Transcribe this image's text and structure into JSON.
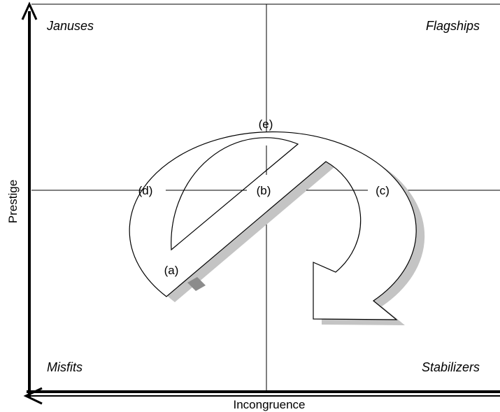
{
  "axes": {
    "x_label": "Incongruence",
    "y_label": "Prestige"
  },
  "quadrants": {
    "top_left": "Januses",
    "top_right": "Flagships",
    "bottom_left": "Misfits",
    "bottom_right": "Stabilizers"
  },
  "path_points": {
    "a": "(a)",
    "b": "(b)",
    "c": "(c)",
    "d": "(d)",
    "e": "(e)"
  },
  "colors": {
    "line": "#000000",
    "shadow": "#c4c4c4",
    "shadow_overlap": "#8c8c8c",
    "arrow_fill": "#ffffff"
  }
}
